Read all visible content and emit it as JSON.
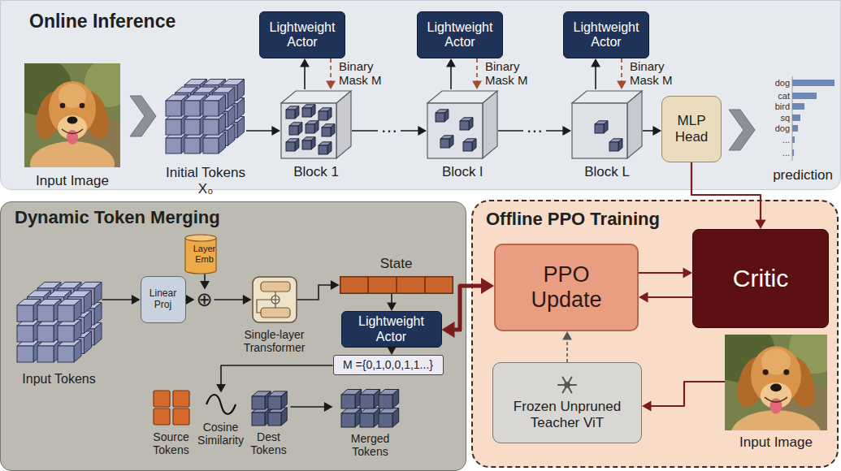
{
  "diagram": {
    "nodes": [
      {
        "text": [
          "Online Inference"
        ]
      },
      {
        "text": [
          "Input Image"
        ],
        "in": 0
      },
      {
        "text": [
          "Initial Tokens X₀"
        ],
        "in": 0
      },
      {
        "text": [
          "Lightweight Actor"
        ],
        "in": 0
      },
      {
        "text": [
          "Lightweight Actor"
        ],
        "in": 0
      },
      {
        "text": [
          "Lightweight Actor"
        ],
        "in": 0
      },
      {
        "text": [
          "Block 1"
        ],
        "in": 0
      },
      {
        "text": [
          "Block l"
        ],
        "in": 0
      },
      {
        "text": [
          "Block L"
        ],
        "in": 0
      },
      {
        "text": [
          "MLP Head"
        ],
        "in": 0
      },
      {
        "text": [
          "prediction"
        ],
        "in": 0
      },
      {
        "text": [
          "Dynamic Token Merging"
        ]
      },
      {
        "text": [
          "Input Tokens"
        ],
        "in": 11
      },
      {
        "text": [
          "Linear Proj"
        ],
        "in": 11
      },
      {
        "text": [
          "Layer Emb"
        ],
        "in": 11
      },
      {
        "text": [
          "⊕"
        ],
        "in": 11
      },
      {
        "text": [
          "Single-layer Transformer"
        ],
        "in": 11
      },
      {
        "text": [
          "State"
        ],
        "in": 11
      },
      {
        "text": [
          "Lightweight Actor"
        ],
        "in": 11
      },
      {
        "text": [
          "M ={0,1,0,0,1,1...}"
        ],
        "in": 11
      },
      {
        "text": [
          "Source Tokens"
        ],
        "in": 11
      },
      {
        "text": [
          "Cosine Similarity"
        ],
        "in": 11
      },
      {
        "text": [
          "Dest Tokens"
        ],
        "in": 11
      },
      {
        "text": [
          "Merged Tokens"
        ],
        "in": 11
      },
      {
        "text": [
          "Offline PPO Training"
        ]
      },
      {
        "text": [
          "PPO Update"
        ],
        "in": 24
      },
      {
        "text": [
          "Critic"
        ],
        "in": 24
      },
      {
        "text": [
          "Frozen Unpruned Teacher ViT"
        ],
        "in": 24
      },
      {
        "text": [
          "Input Image"
        ],
        "in": 24
      }
    ],
    "edges": [
      {
        "from": 2,
        "to": 6,
        "arrow": "to"
      },
      {
        "from": 6,
        "to": 7,
        "label": "⋯",
        "arrow": "to"
      },
      {
        "from": 7,
        "to": 8,
        "label": "⋯",
        "arrow": "to"
      },
      {
        "from": 8,
        "to": 9,
        "arrow": "to"
      },
      {
        "from": 6,
        "to": 3,
        "arrow": "to"
      },
      {
        "from": 3,
        "to": 6,
        "label": "Binary Mask M",
        "arrow": "to"
      },
      {
        "from": 7,
        "to": 4,
        "arrow": "to"
      },
      {
        "from": 4,
        "to": 7,
        "label": "Binary Mask M",
        "arrow": "to"
      },
      {
        "from": 8,
        "to": 5,
        "arrow": "to"
      },
      {
        "from": 5,
        "to": 8,
        "label": "Binary Mask M",
        "arrow": "to"
      },
      {
        "from": 9,
        "to": 26,
        "arrow": "to"
      },
      {
        "from": 12,
        "to": 13,
        "arrow": "to"
      },
      {
        "from": 13,
        "to": 15,
        "arrow": "to"
      },
      {
        "from": 14,
        "to": 15,
        "arrow": "to"
      },
      {
        "from": 15,
        "to": 16,
        "arrow": "to"
      },
      {
        "from": 16,
        "to": 17,
        "arrow": "to"
      },
      {
        "from": 17,
        "to": 18,
        "arrow": "to"
      },
      {
        "from": 18,
        "to": 19,
        "arrow": "to"
      },
      {
        "from": 19,
        "to": 21,
        "arrow": "to"
      },
      {
        "from": 22,
        "to": 23,
        "arrow": "to"
      },
      {
        "from": 18,
        "to": 25,
        "arrow": "both"
      },
      {
        "from": 25,
        "to": 26,
        "arrow": "to"
      },
      {
        "from": 26,
        "to": 25,
        "arrow": "to"
      },
      {
        "from": 27,
        "to": 25,
        "arrow": "to"
      },
      {
        "from": 28,
        "to": 27,
        "arrow": "to"
      }
    ],
    "labels": [
      "dog",
      "cat",
      "bird",
      "sq",
      "dog",
      "...",
      "..."
    ]
  }
}
